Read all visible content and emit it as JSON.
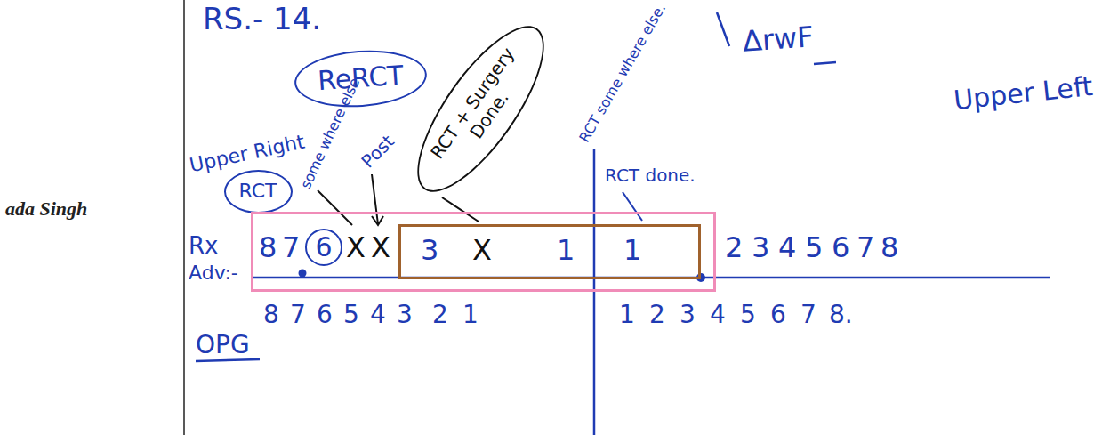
{
  "diagram": {
    "nodes": [
      {
        "text": [
          "ReRCT"
        ]
      },
      {
        "text": [
          "RCT + Surgery Done."
        ]
      },
      {
        "text": [
          "RCT"
        ]
      },
      {
        "text": [
          "8",
          "7",
          "X",
          "X"
        ]
      },
      {
        "text": [
          "6"
        ],
        "in": 3
      },
      {
        "text": [
          "3",
          "X",
          "1",
          "1"
        ],
        "in": 3
      }
    ],
    "labels": [
      "RS.- 14.",
      "ada Singh",
      "ΔrwF",
      "RCT some where else.",
      "Upper Left",
      "Upper Right",
      "some where else",
      "Post",
      "RCT done.",
      "Rx",
      "Adv:-",
      "2",
      "3",
      "4",
      "5",
      "6",
      "7",
      "8",
      "8",
      "7",
      "6",
      "5",
      "4",
      "3",
      "2",
      "1",
      "1",
      "2",
      "3",
      "4",
      "5",
      "6",
      "7",
      "8.",
      "OPG"
    ]
  }
}
